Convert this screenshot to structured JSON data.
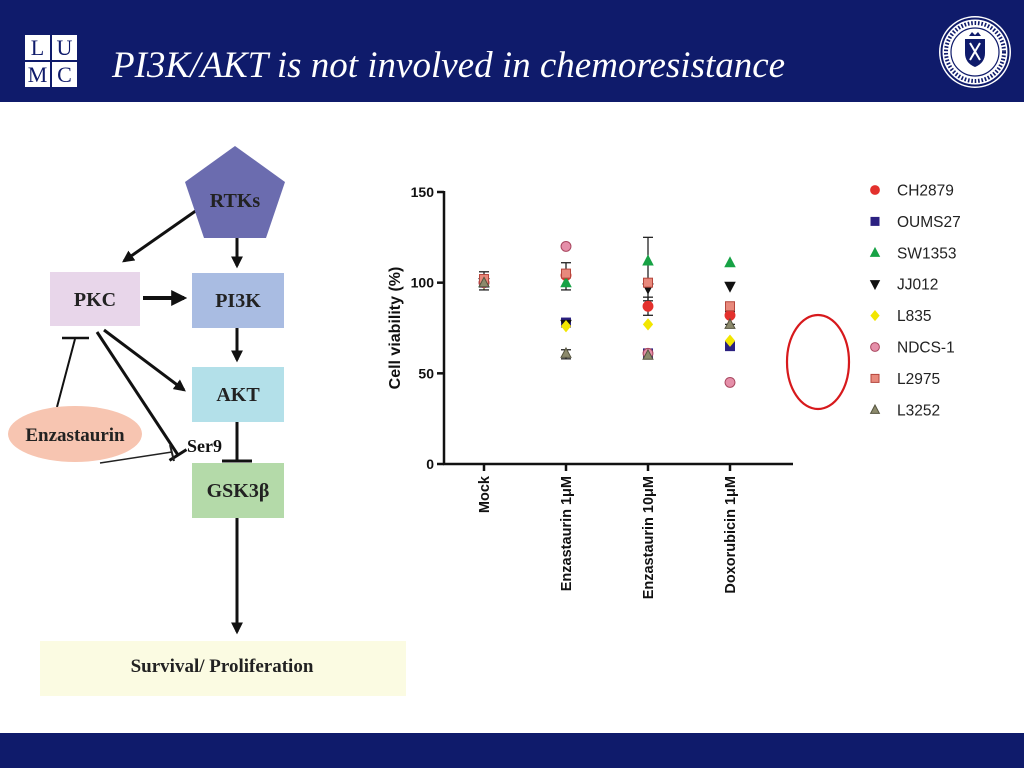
{
  "header": {
    "title": "PI3K/AKT is not involved in chemoresistance",
    "logo": {
      "letters": [
        "L",
        "U",
        "M",
        "C"
      ]
    },
    "seal_icon": "university-seal-icon",
    "background_color": "#0f1b6b"
  },
  "diagram": {
    "rtks": "RTKs",
    "pkc": "PKC",
    "pi3k": "PI3K",
    "akt": "AKT",
    "gsk3b": "GSK3β",
    "enzastaurin": "Enzastaurin",
    "ser9": "Ser9",
    "survival": "Survival/ Proliferation",
    "colors": {
      "rtks": "#6b6caf",
      "pkc": "#e8d6ea",
      "pi3k": "#a9bce2",
      "akt": "#b3e0e9",
      "gsk3b": "#b4daa9",
      "enzastaurin": "#f7c5b1",
      "survival": "#fbfbe2"
    }
  },
  "chart_data": {
    "type": "scatter",
    "categories": [
      "Mock",
      "Enzastaurin 1μM",
      "Enzastaurin 10μM",
      "Doxorubicin 1μM"
    ],
    "xlabel": "",
    "ylabel": "Cell viability (%)",
    "ylim": [
      0,
      150
    ],
    "yticks": [
      0,
      50,
      100,
      150
    ],
    "legend": "right",
    "series": [
      {
        "name": "CH2879",
        "marker": "circle",
        "color": "#e3312d",
        "stroke": "#e3312d",
        "values": [
          100,
          104,
          87,
          82
        ]
      },
      {
        "name": "OUMS27",
        "marker": "square",
        "color": "#2b2181",
        "stroke": "#2b2181",
        "values": [
          100,
          78,
          61,
          65
        ]
      },
      {
        "name": "SW1353",
        "marker": "triangle-up",
        "color": "#17a245",
        "stroke": "#17a245",
        "values": [
          100,
          100,
          112,
          111
        ]
      },
      {
        "name": "JJ012",
        "marker": "triangle-down",
        "color": "#111111",
        "stroke": "#111111",
        "values": [
          100,
          77,
          97,
          98
        ]
      },
      {
        "name": "L835",
        "marker": "diamond",
        "color": "#f2e600",
        "stroke": "#f2e600",
        "values": [
          100,
          76,
          77,
          68
        ]
      },
      {
        "name": "NDCS-1",
        "marker": "circle",
        "color": "#e58fa9",
        "stroke": "#a9475f",
        "values": [
          100,
          120,
          61,
          45
        ]
      },
      {
        "name": "L2975",
        "marker": "square",
        "color": "#e8897c",
        "stroke": "#b5463c",
        "values": [
          102,
          105,
          100,
          87
        ]
      },
      {
        "name": "L3252",
        "marker": "triangle-up",
        "color": "#8c8a6c",
        "stroke": "#55543f",
        "values": [
          100,
          61,
          60,
          77
        ]
      }
    ],
    "error_bars": [
      {
        "category": 0,
        "low": 96,
        "high": 106
      },
      {
        "category": 1,
        "low": 96,
        "high": 111
      },
      {
        "category": 1,
        "low": 58,
        "high": 63
      },
      {
        "category": 2,
        "low": 90,
        "high": 125
      },
      {
        "category": 2,
        "low": 82,
        "high": 92
      },
      {
        "category": 3,
        "low": 77,
        "high": 84
      }
    ]
  },
  "annotation": {
    "highlight_color": "#d7191c"
  }
}
